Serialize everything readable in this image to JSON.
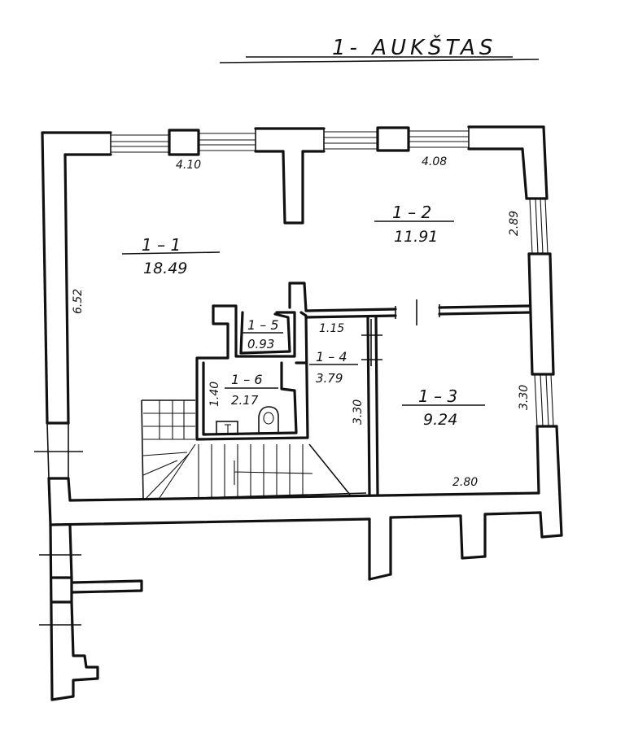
{
  "plan": {
    "title": "1- AUKŠTAS",
    "rooms": [
      {
        "number": "1 – 1",
        "area": "18.49"
      },
      {
        "number": "1 – 2",
        "area": "11.91"
      },
      {
        "number": "1 – 3",
        "area": "9.24"
      },
      {
        "number": "1 – 4",
        "area": "3.79"
      },
      {
        "number": "1 – 5",
        "area": "0.93"
      },
      {
        "number": "1 – 6",
        "area": "2.17"
      }
    ],
    "dimensions": {
      "room1_width": "4.10",
      "room2_width": "4.08",
      "room1_depth": "6.52",
      "room2_depth": "2.89",
      "room3_depth": "3.30",
      "room4_depth": "3.30",
      "room4_width": "1.15",
      "room3_width": "2.80",
      "room6_depth": "1.40"
    }
  }
}
